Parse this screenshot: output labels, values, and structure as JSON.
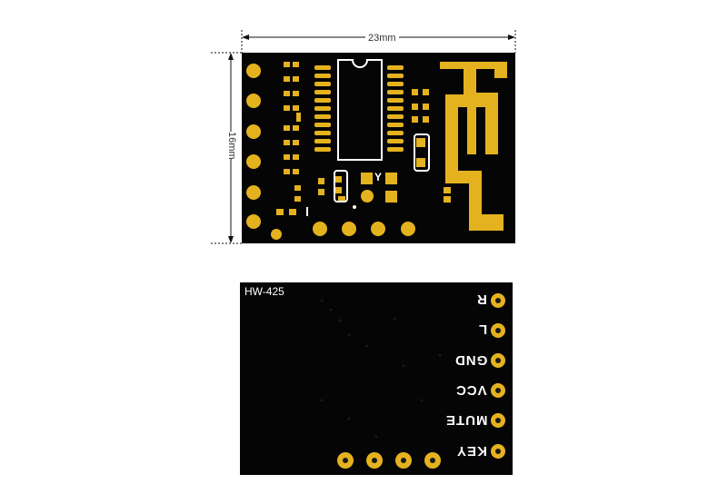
{
  "dimensions": {
    "width_label": "23mm",
    "height_label": "16mm"
  },
  "front_board": {
    "marking": "Y"
  },
  "back_board": {
    "model": "HW-425",
    "pin_labels": [
      "R",
      "L",
      "GND",
      "VCC",
      "MUTE",
      "KEY"
    ]
  },
  "colors": {
    "pcb": "#050505",
    "pad_gold": "#e5b21f",
    "silkscreen": "#ffffff"
  }
}
